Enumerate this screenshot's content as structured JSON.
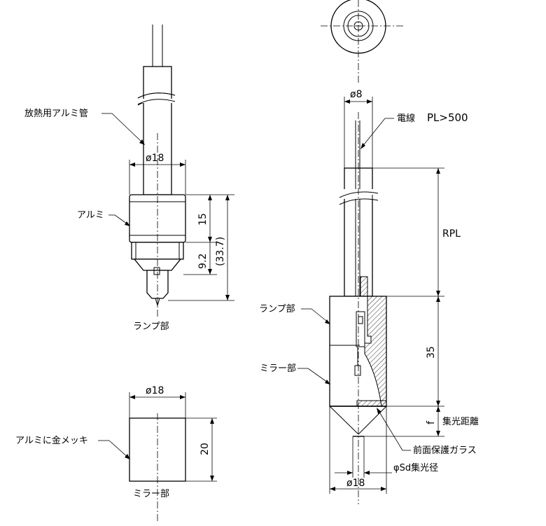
{
  "labels": {
    "heat_tube": "放熱用アルミ管",
    "aluminum": "アルミ",
    "lamp_part_left": "ランプ部",
    "gold_plating": "アルミに金メッキ",
    "mirror_part_left": "ミラー部",
    "wire": "電線",
    "wire_length": "PL>500",
    "lamp_part_right": "ランプ部",
    "mirror_part_right": "ミラー部",
    "focal_distance": "集光距離",
    "front_glass": "前面保護ガラス",
    "spot_diameter": "φSd集光径",
    "rpl": "RPL"
  },
  "dimensions": {
    "tube_diameter": "ø18",
    "aluminum_height": "15",
    "thread_height": "9.2",
    "total_height": "(33.7)",
    "mirror_diameter": "ø18",
    "mirror_height": "20",
    "wire_diameter": "ø8",
    "right_height": "35",
    "focal": "f",
    "right_diameter": "ø18"
  }
}
